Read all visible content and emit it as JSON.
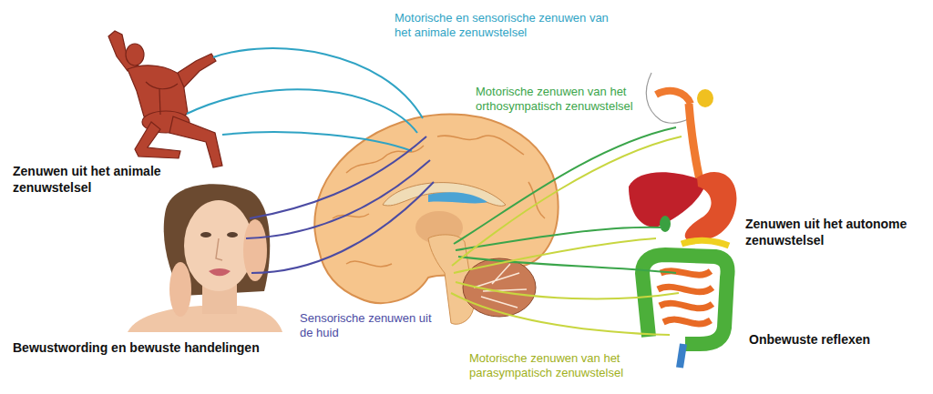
{
  "diagram": {
    "labels": [
      "Motorische en sensorische zenuwen van het animale zenuwstelsel",
      "Motorische zenuwen van het orthosympatisch zenuwstelsel",
      "Zenuwen uit het animale zenuwstelsel",
      "Zenuwen uit het autonome zenuwstelsel",
      "Sensorische zenuwen uit de huid",
      "Bewustwording en bewuste handelingen",
      "Onbewuste reflexen",
      "Motorische zenuwen van het parasympatisch zenuwstelsel"
    ]
  }
}
